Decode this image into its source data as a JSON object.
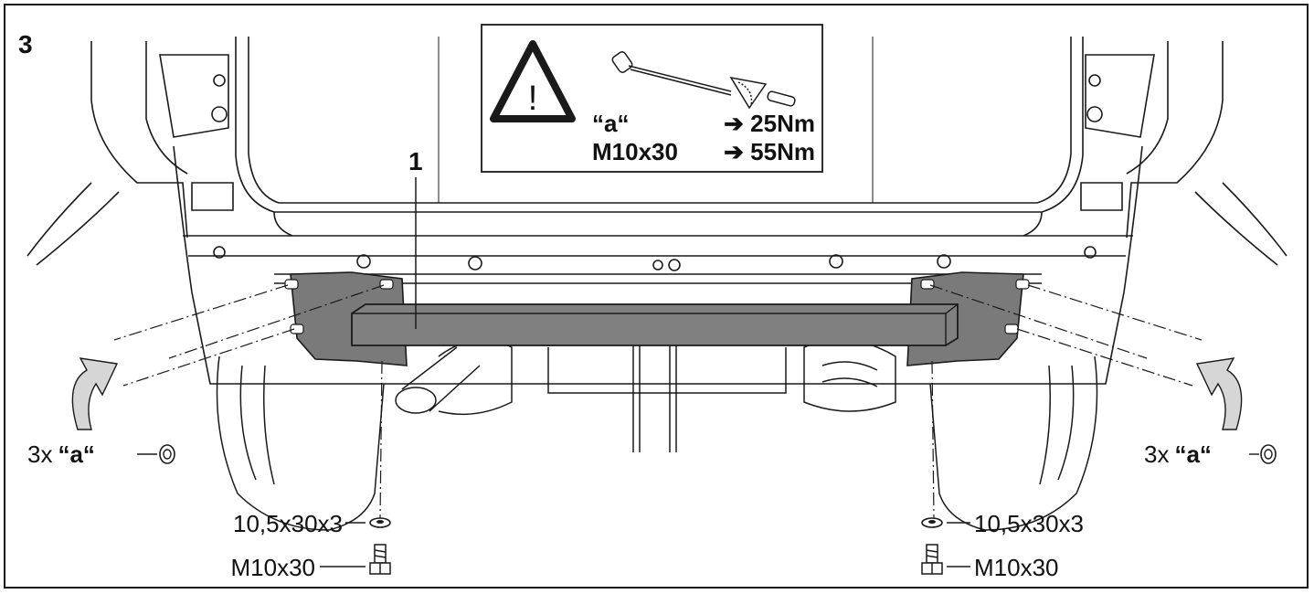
{
  "step_number": "3",
  "part_number": "1",
  "torque_box": {
    "line1_label": "“a“",
    "line1_value": "➔ 25Nm",
    "line2_label": "M10x30",
    "line2_value": "➔ 55Nm"
  },
  "left_nuts": {
    "qty": "3x",
    "label": "“a“"
  },
  "right_nuts": {
    "qty": "3x",
    "label": "“a“"
  },
  "left_washer": "10,5x30x3",
  "left_bolt": "M10x30",
  "right_washer": "10,5x30x3",
  "right_bolt": "M10x30",
  "colors": {
    "line": "#1a1a1a",
    "bar_fill": "#808080",
    "bracket_fill": "#7a7a7a",
    "arrow_fill": "#d6d6d6"
  }
}
